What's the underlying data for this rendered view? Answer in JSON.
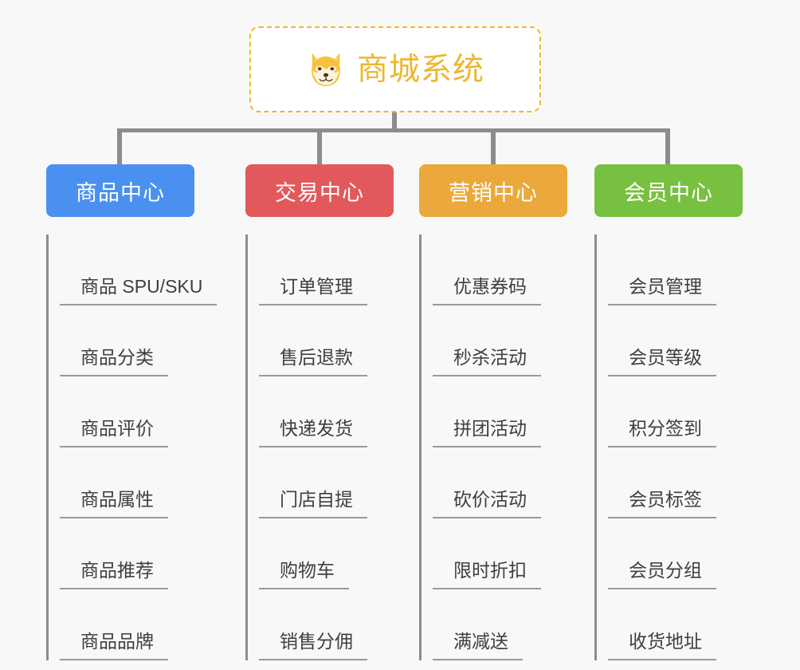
{
  "page": {
    "background_color": "#f8f8f8",
    "type": "mind-map"
  },
  "root": {
    "title": "商城系统",
    "icon": "shiba-dog-face-icon",
    "border_color": "#edb72f",
    "text_color": "#edb72f",
    "background_color": "#ffffff"
  },
  "connector": {
    "color": "#8c8c8c"
  },
  "categories": [
    {
      "label": "商品中心",
      "color": "#4a90f0",
      "items": [
        {
          "label": "商品 SPU/SKU"
        },
        {
          "label": "商品分类"
        },
        {
          "label": "商品评价"
        },
        {
          "label": "商品属性"
        },
        {
          "label": "商品推荐"
        },
        {
          "label": "商品品牌"
        }
      ]
    },
    {
      "label": "交易中心",
      "color": "#e2595c",
      "items": [
        {
          "label": "订单管理"
        },
        {
          "label": "售后退款"
        },
        {
          "label": "快递发货"
        },
        {
          "label": "门店自提"
        },
        {
          "label": "购物车"
        },
        {
          "label": "销售分佣"
        }
      ]
    },
    {
      "label": "营销中心",
      "color": "#eaa93a",
      "items": [
        {
          "label": "优惠券码"
        },
        {
          "label": "秒杀活动"
        },
        {
          "label": "拼团活动"
        },
        {
          "label": "砍价活动"
        },
        {
          "label": "限时折扣"
        },
        {
          "label": "满减送"
        }
      ]
    },
    {
      "label": "会员中心",
      "color": "#78c040",
      "items": [
        {
          "label": "会员管理"
        },
        {
          "label": "会员等级"
        },
        {
          "label": "积分签到"
        },
        {
          "label": "会员标签"
        },
        {
          "label": "会员分组"
        },
        {
          "label": "收货地址"
        }
      ]
    }
  ]
}
